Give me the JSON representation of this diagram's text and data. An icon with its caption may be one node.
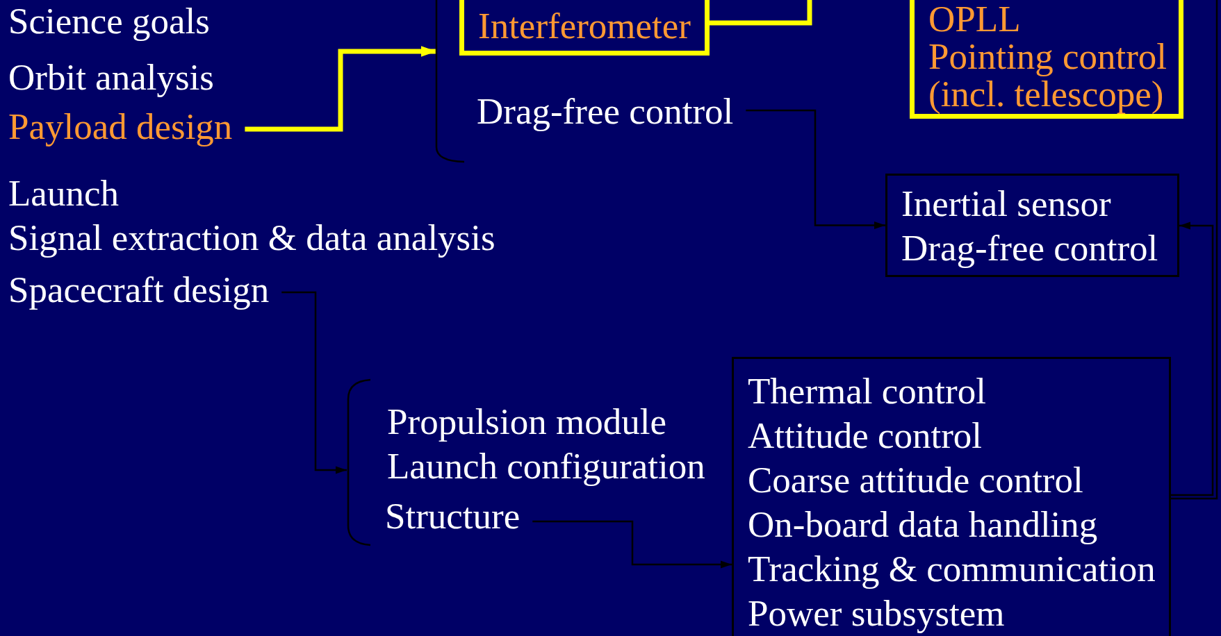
{
  "diagram": {
    "nodes": [
      {
        "text": [
          "Science goals"
        ]
      },
      {
        "text": [
          "Orbit analysis"
        ]
      },
      {
        "text": [
          "Payload design"
        ]
      },
      {
        "text": [
          "Launch"
        ]
      },
      {
        "text": [
          "Signal extraction & data analysis"
        ]
      },
      {
        "text": [
          "Spacecraft design"
        ]
      },
      {
        "text": [],
        "shape": "bracket"
      },
      {
        "text": [
          "Interferometer"
        ],
        "in": 6
      },
      {
        "text": [
          "Drag-free control"
        ],
        "in": 6
      },
      {
        "text": [
          "OPLL",
          "Pointing control",
          "(incl. telescope)"
        ]
      },
      {
        "text": [
          "Inertial sensor",
          "Drag-free control"
        ]
      },
      {
        "text": [],
        "shape": "bracket"
      },
      {
        "text": [
          "Propulsion module"
        ],
        "in": 11
      },
      {
        "text": [
          "Launch configuration"
        ],
        "in": 11
      },
      {
        "text": [
          "Structure"
        ],
        "in": 11
      },
      {
        "text": [
          "Thermal control",
          "Attitude control",
          "Coarse attitude control",
          "On-board data handling",
          "Tracking & communication",
          "Power subsystem"
        ]
      }
    ],
    "edges": [
      {
        "from": 2,
        "to": 6,
        "arrow": "to",
        "style": "thick",
        "color": "#ffff00"
      },
      {
        "from": 7,
        "to": null,
        "arrow": "none",
        "style": "thick",
        "color": "#ffff00"
      },
      {
        "from": 8,
        "to": 10,
        "arrow": "to"
      },
      {
        "from": 5,
        "to": 11,
        "arrow": "to"
      },
      {
        "from": 14,
        "to": 15,
        "arrow": "to"
      },
      {
        "from": 15,
        "to": 10,
        "arrow": "to"
      },
      {
        "from": 15,
        "to": null,
        "arrow": "none"
      }
    ]
  }
}
